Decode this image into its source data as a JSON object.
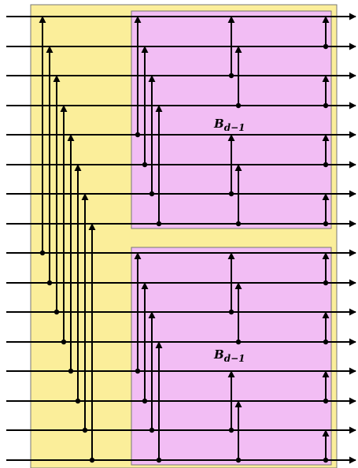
{
  "diagram": {
    "wire_count": 16,
    "blocks": [
      {
        "label_main": "B",
        "label_sub": "d−1"
      },
      {
        "label_main": "B",
        "label_sub": "d−1"
      }
    ],
    "colors": {
      "outer_fill": "#fbee9a",
      "outer_stroke": "#777777",
      "inner_fill": "#f2bdf4",
      "inner_stroke": "#777777",
      "line": "#000000"
    }
  }
}
